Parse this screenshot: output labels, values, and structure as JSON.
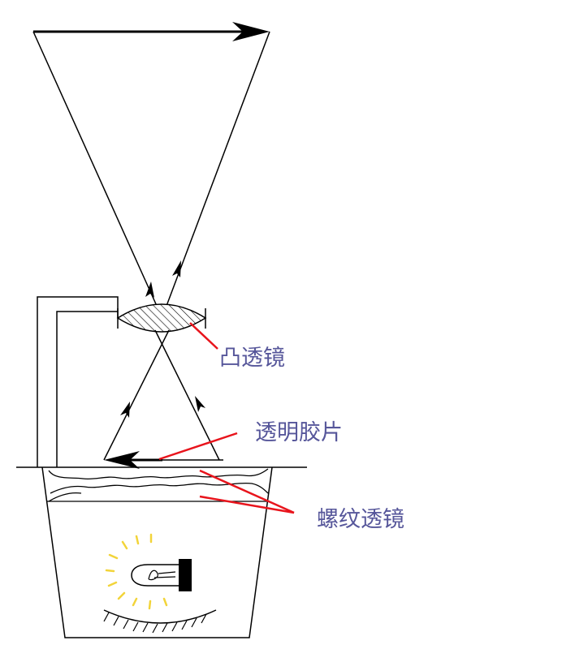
{
  "labels": {
    "convex_lens": "凸透镜",
    "transparency": "透明胶片",
    "fresnel_lens": "螺纹透镜"
  },
  "colors": {
    "label_text": "#56569a",
    "pointer": "#e8141c",
    "lamp_rays": "#f2d43a",
    "stroke": "#000000"
  },
  "icons": [
    "light-bulb-icon",
    "arrow-icon"
  ]
}
